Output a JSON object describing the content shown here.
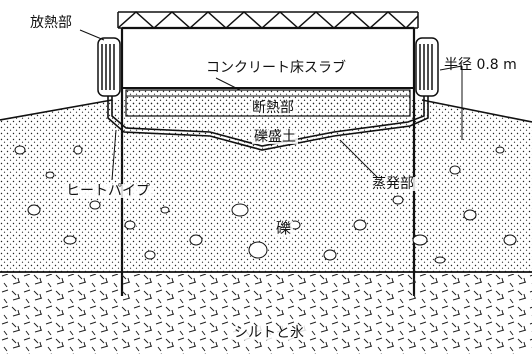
{
  "labels": {
    "radiator": "放熱部",
    "slab": "コンクリート床スラブ",
    "radius": "半径 0.8 m",
    "insulation": "断熱部",
    "gravel_fill": "礫盛土",
    "heat_pipe": "ヒートパイプ",
    "evaporator": "蒸発部",
    "gravel": "礫",
    "silt_ice": "シルトと氷"
  },
  "colors": {
    "ink": "#111111",
    "background": "#ffffff"
  }
}
